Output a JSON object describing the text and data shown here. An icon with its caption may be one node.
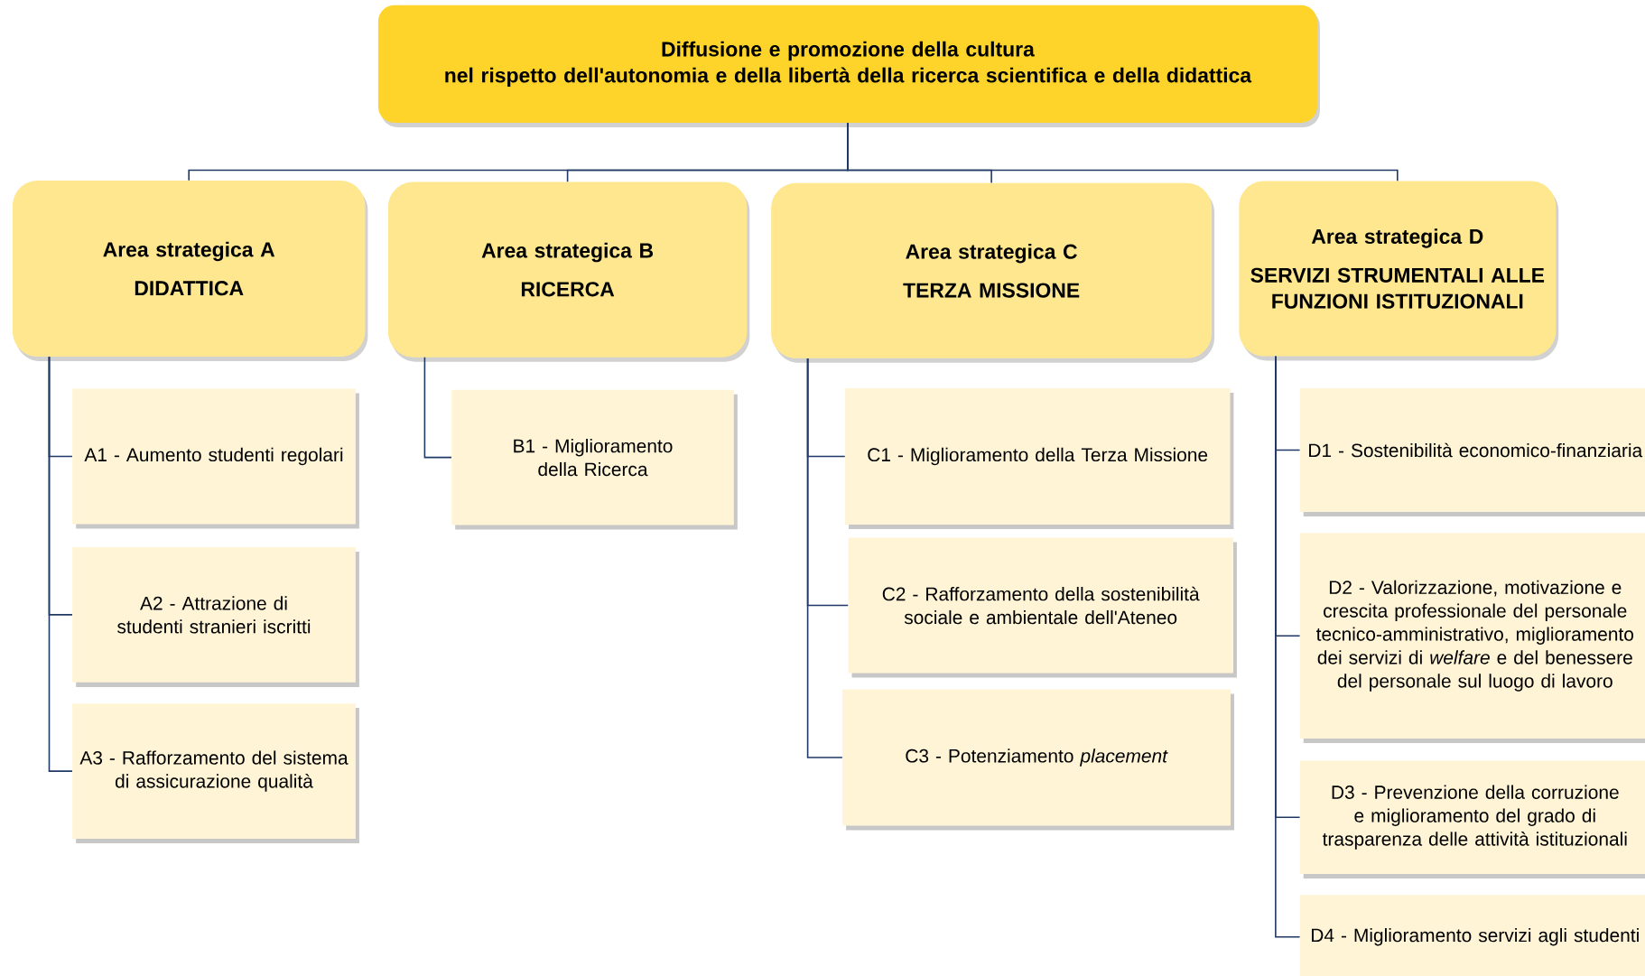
{
  "diagram": {
    "nodes": [
      {
        "text": [
          "Diffusione e promozione della cultura",
          "nel rispetto dell'autonomia e della libertà della ricerca scientifica e della didattica"
        ]
      },
      {
        "text": [
          "Area strategica A",
          "DIDATTICA"
        ]
      },
      {
        "text": [
          "Area strategica B",
          "RICERCA"
        ]
      },
      {
        "text": [
          "Area strategica C",
          "TERZA MISSIONE"
        ]
      },
      {
        "text": [
          "Area strategica D",
          "SERVIZI STRUMENTALI ALLE FUNZIONI ISTITUZIONALI"
        ]
      },
      {
        "text": [
          "A1 - Aumento studenti regolari"
        ]
      },
      {
        "text": [
          "A2 - Attrazione di studenti stranieri iscritti"
        ]
      },
      {
        "text": [
          "A3 - Rafforzamento del sistema di assicurazione qualità"
        ]
      },
      {
        "text": [
          "B1 - Miglioramento della Ricerca"
        ]
      },
      {
        "text": [
          "C1 - Miglioramento della Terza Missione"
        ]
      },
      {
        "text": [
          "C2 - Rafforzamento della sostenibilità sociale e ambientale dell'Ateneo"
        ]
      },
      {
        "text": [
          "C3 - Potenziamento *placement*"
        ]
      },
      {
        "text": [
          "D1 - Sostenibilità economico-finanziaria"
        ]
      },
      {
        "text": [
          "D2 - Valorizzazione, motivazione e crescita professionale del personale tecnico-amministrativo, miglioramento dei servizi di *welfare* e del benessere del personale sul luogo di lavoro"
        ]
      },
      {
        "text": [
          "D3 - Prevenzione della corruzione e miglioramento del grado di trasparenza delle attività istituzionali"
        ]
      },
      {
        "text": [
          "D4 - Miglioramento servizi agli studenti"
        ]
      }
    ],
    "edges": [
      {
        "from": 0,
        "to": 1,
        "arrow": "none"
      },
      {
        "from": 0,
        "to": 2,
        "arrow": "none"
      },
      {
        "from": 0,
        "to": 3,
        "arrow": "none"
      },
      {
        "from": 0,
        "to": 4,
        "arrow": "none"
      },
      {
        "from": 1,
        "to": 5,
        "arrow": "none"
      },
      {
        "from": 1,
        "to": 6,
        "arrow": "none"
      },
      {
        "from": 1,
        "to": 7,
        "arrow": "none"
      },
      {
        "from": 2,
        "to": 8,
        "arrow": "none"
      },
      {
        "from": 3,
        "to": 9,
        "arrow": "none"
      },
      {
        "from": 3,
        "to": 10,
        "arrow": "none"
      },
      {
        "from": 3,
        "to": 11,
        "arrow": "none"
      },
      {
        "from": 4,
        "to": 12,
        "arrow": "none"
      },
      {
        "from": 4,
        "to": 13,
        "arrow": "none"
      },
      {
        "from": 4,
        "to": 14,
        "arrow": "none"
      },
      {
        "from": 4,
        "to": 15,
        "arrow": "none"
      }
    ]
  }
}
